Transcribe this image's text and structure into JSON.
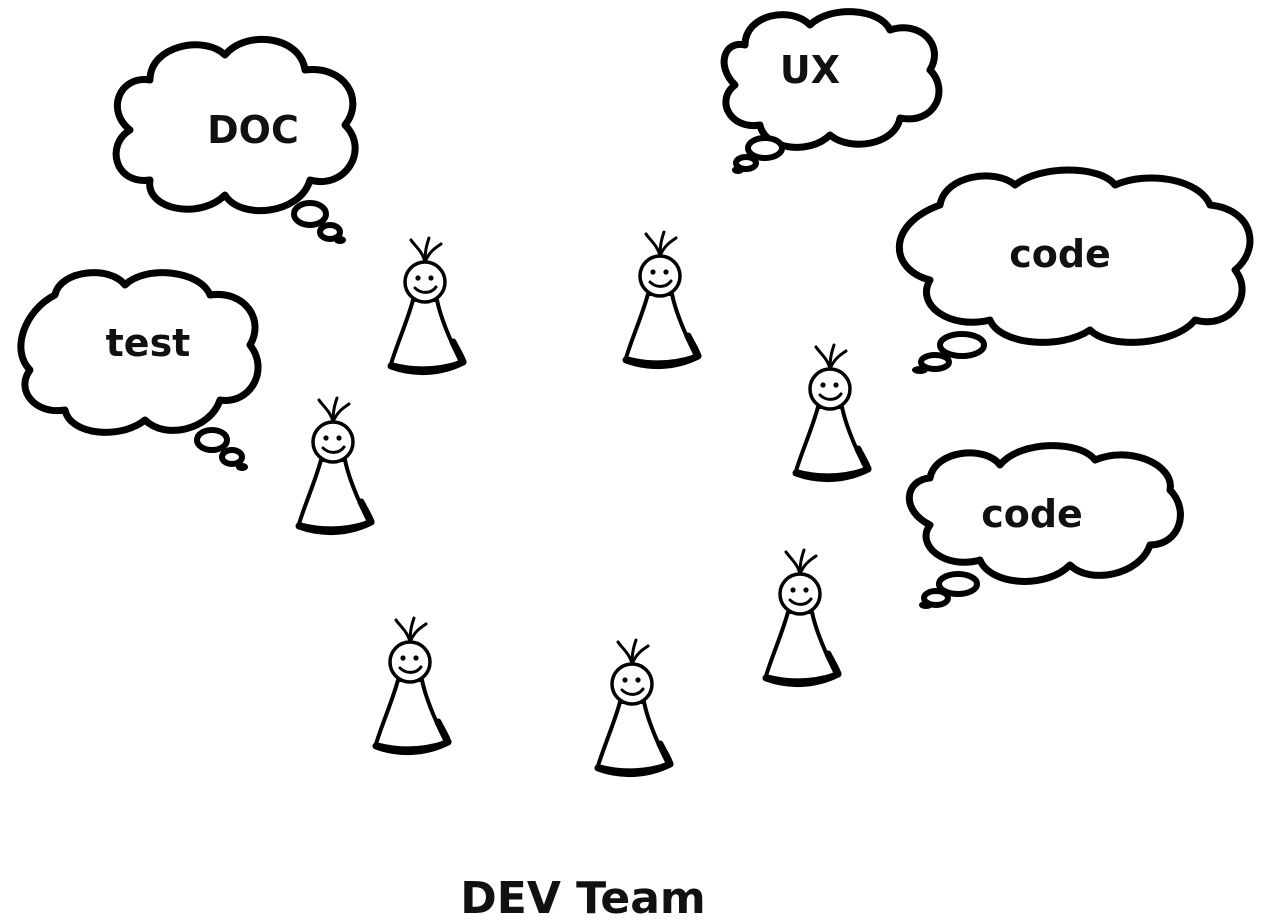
{
  "caption": "DEV Team",
  "thoughts": {
    "doc": "DOC",
    "ux": "UX",
    "code_top": "code",
    "test": "test",
    "code_bottom": "code"
  }
}
